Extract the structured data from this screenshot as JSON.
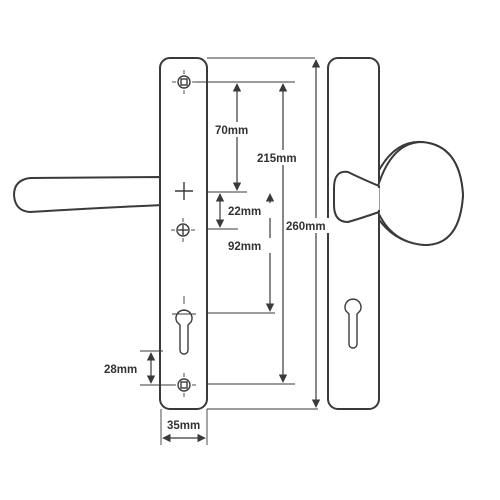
{
  "diagram": {
    "labels": {
      "d70": "70mm",
      "d215": "215mm",
      "d22": "22mm",
      "d92": "92mm",
      "d260": "260mm",
      "d28": "28mm",
      "d35": "35mm"
    }
  }
}
